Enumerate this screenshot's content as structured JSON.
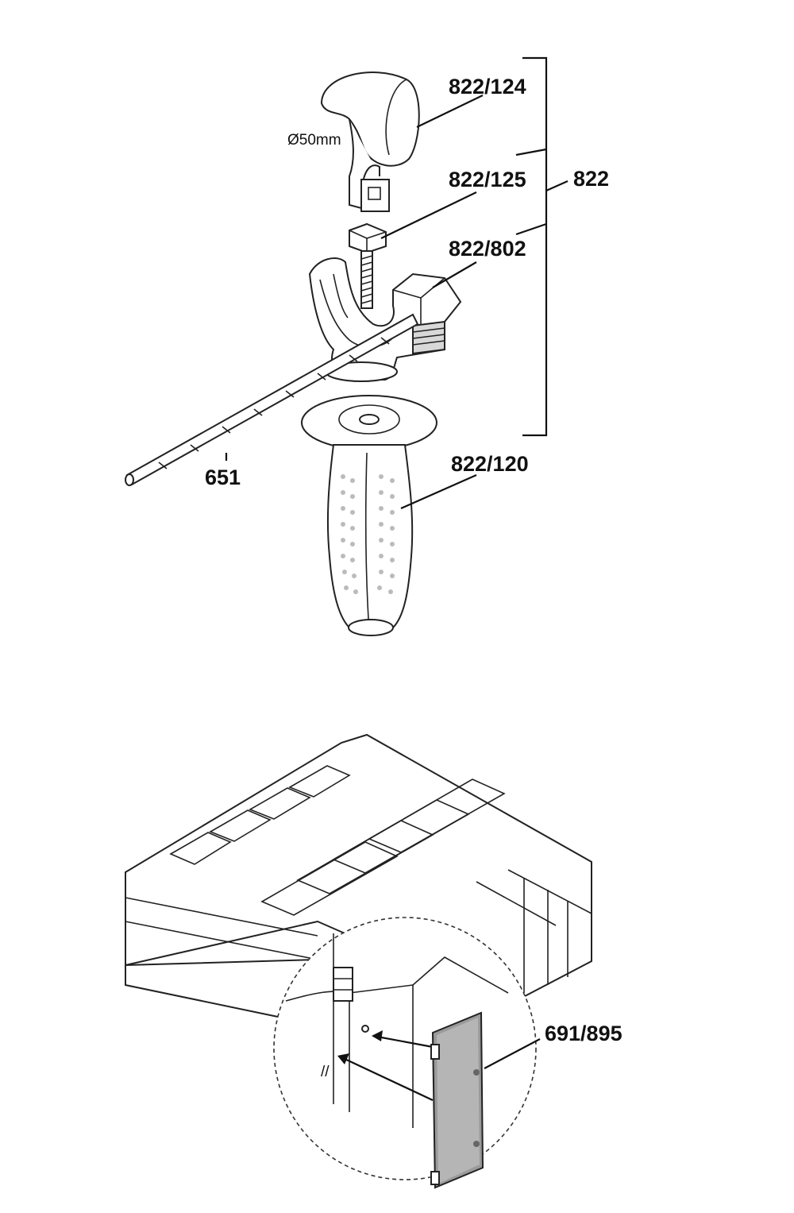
{
  "labels": {
    "clamp_band": "822/124",
    "clamp_screw": "822/125",
    "assembly": "822",
    "depth_stop_holder": "822/802",
    "handle_grip": "822/120",
    "depth_rod": "651",
    "case_insert": "691/895",
    "diameter": "Ø50mm"
  },
  "icons": [
    "clamp-band",
    "screw",
    "holder",
    "depth-rod",
    "handle",
    "carrying-case",
    "insert-plate",
    "arrow"
  ]
}
